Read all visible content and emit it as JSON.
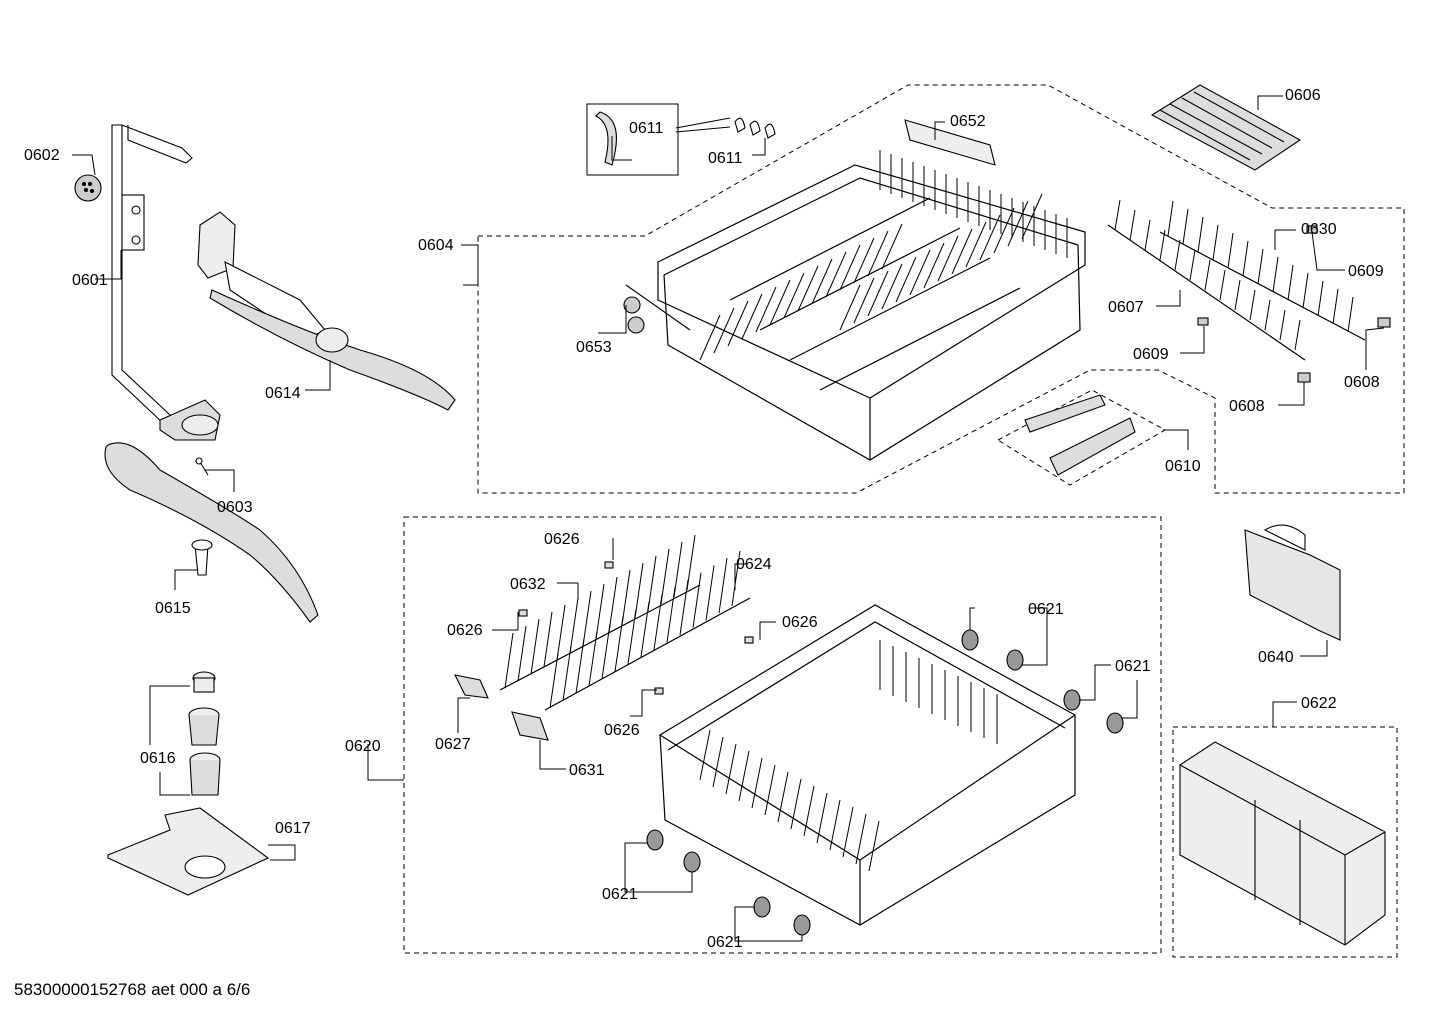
{
  "document_id": "58300000152768 aet 000 a 6/6",
  "labels": {
    "p0601": "0601",
    "p0602": "0602",
    "p0603": "0603",
    "p0604": "0604",
    "p0606": "0606",
    "p0607": "0607",
    "p0608a": "0608",
    "p0608b": "0608",
    "p0609a": "0609",
    "p0609b": "0609",
    "p0610": "0610",
    "p0611a": "0611",
    "p0611b": "0611",
    "p0614": "0614",
    "p0615": "0615",
    "p0616": "0616",
    "p0617": "0617",
    "p0620": "0620",
    "p0621a": "0621",
    "p0621b": "0621",
    "p0621c": "0621",
    "p0621d": "0621",
    "p0622": "0622",
    "p0624": "0624",
    "p0626a": "0626",
    "p0626b": "0626",
    "p0626c": "0626",
    "p0626d": "0626",
    "p0627": "0627",
    "p0630": "0630",
    "p0631": "0631",
    "p0632": "0632",
    "p0640": "0640",
    "p0652": "0652",
    "p0653": "0653"
  }
}
